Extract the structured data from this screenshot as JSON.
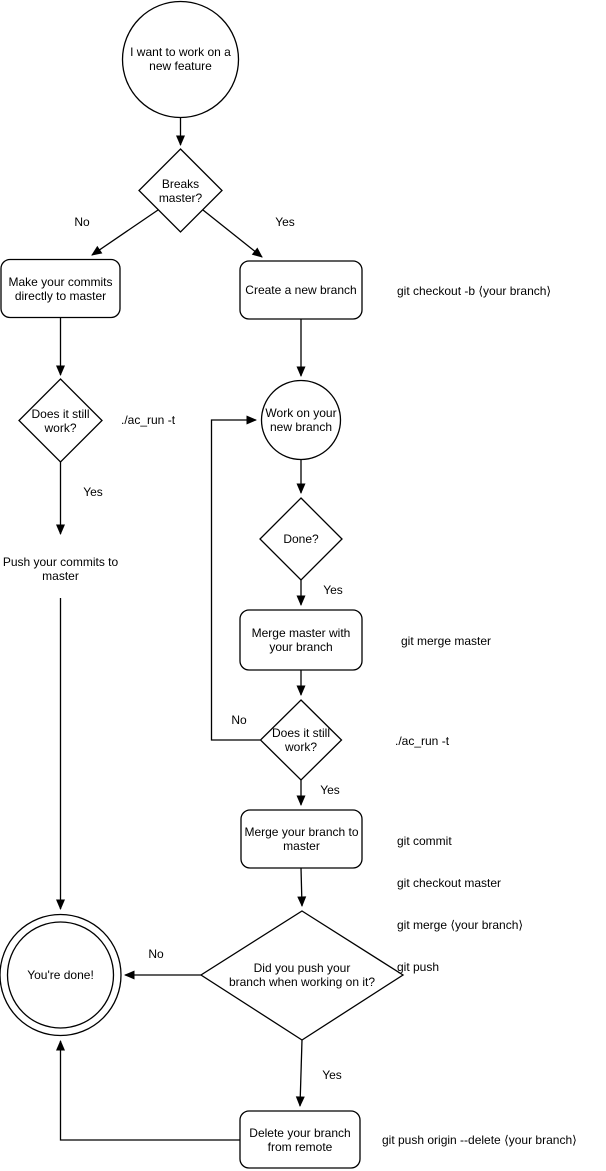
{
  "colors": {
    "background": "#ffffff",
    "stroke": "#000000",
    "text": "#000000"
  },
  "nodes": {
    "start": {
      "label": "I want to work on a\nnew feature"
    },
    "breaks_master": {
      "label": "Breaks\nmaster?"
    },
    "make_commits": {
      "label": "Make your commits\ndirectly to master"
    },
    "create_branch": {
      "label": "Create a new branch"
    },
    "still_works_left": {
      "label": "Does it still\nwork?"
    },
    "work_on_branch": {
      "label": "Work on your\nnew branch"
    },
    "push_commits": {
      "label": "Push your commits to\nmaster"
    },
    "done_q": {
      "label": "Done?"
    },
    "merge_master": {
      "label": "Merge master with\nyour branch"
    },
    "still_works_right": {
      "label": "Does it still\nwork?"
    },
    "merge_branch": {
      "label": "Merge your branch to\nmaster"
    },
    "did_you_push": {
      "label": "Did you push your\nbranch when working on it?"
    },
    "youre_done": {
      "label": "You're done!"
    },
    "delete_remote": {
      "label": "Delete your branch\nfrom remote"
    }
  },
  "edge_labels": {
    "breaks_no": "No",
    "breaks_yes": "Yes",
    "still_works_left_yes": "Yes",
    "done_yes": "Yes",
    "still_works_right_no": "No",
    "still_works_right_yes": "Yes",
    "did_push_no": "No",
    "did_push_yes": "Yes"
  },
  "annotations": {
    "create_branch_cmd": "git checkout -b ⟨your branch⟩",
    "test_cmd_left": "./ac_run -t",
    "merge_master_cmd": "git merge master",
    "test_cmd_right": "./ac_run -t",
    "merge_branch_cmds": [
      "git commit",
      "git checkout master",
      "git merge ⟨your branch⟩",
      "git push"
    ],
    "delete_remote_cmd": "git push origin --delete ⟨your branch⟩"
  }
}
